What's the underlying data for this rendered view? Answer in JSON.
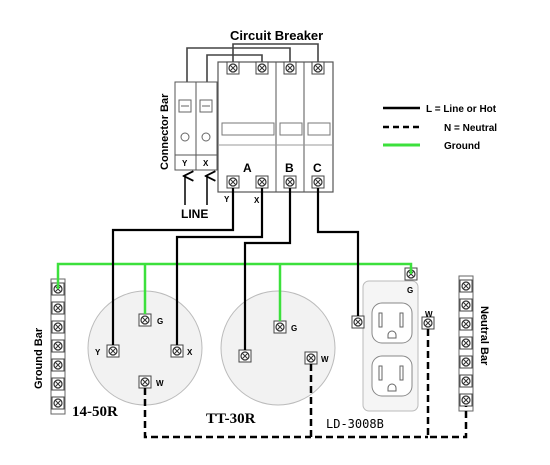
{
  "title": "Circuit  Breaker",
  "connector_bar_label": "Connector  Bar",
  "connector_terminals": [
    "Y",
    "X"
  ],
  "line_label": "LINE",
  "breaker_poles": [
    "A",
    "B",
    "C"
  ],
  "breaker_leads": [
    "Y",
    "X"
  ],
  "legend": {
    "line": "L = Line or Hot",
    "neutral": "N = Neutral",
    "ground": "Ground"
  },
  "ground_bar_label": "Ground  Bar",
  "neutral_bar_label": "Neutral  Bar",
  "receptacles": [
    {
      "name": "14-50R",
      "terminals": [
        "G",
        "Y",
        "X",
        "W"
      ]
    },
    {
      "name": "TT-30R",
      "terminals": [
        "G",
        "W"
      ]
    },
    {
      "name": "LD-3008B",
      "terminals": [
        "G",
        "W"
      ]
    }
  ],
  "colors": {
    "hot": "#000000",
    "neutral": "#000000",
    "ground": "#3ce03c"
  }
}
